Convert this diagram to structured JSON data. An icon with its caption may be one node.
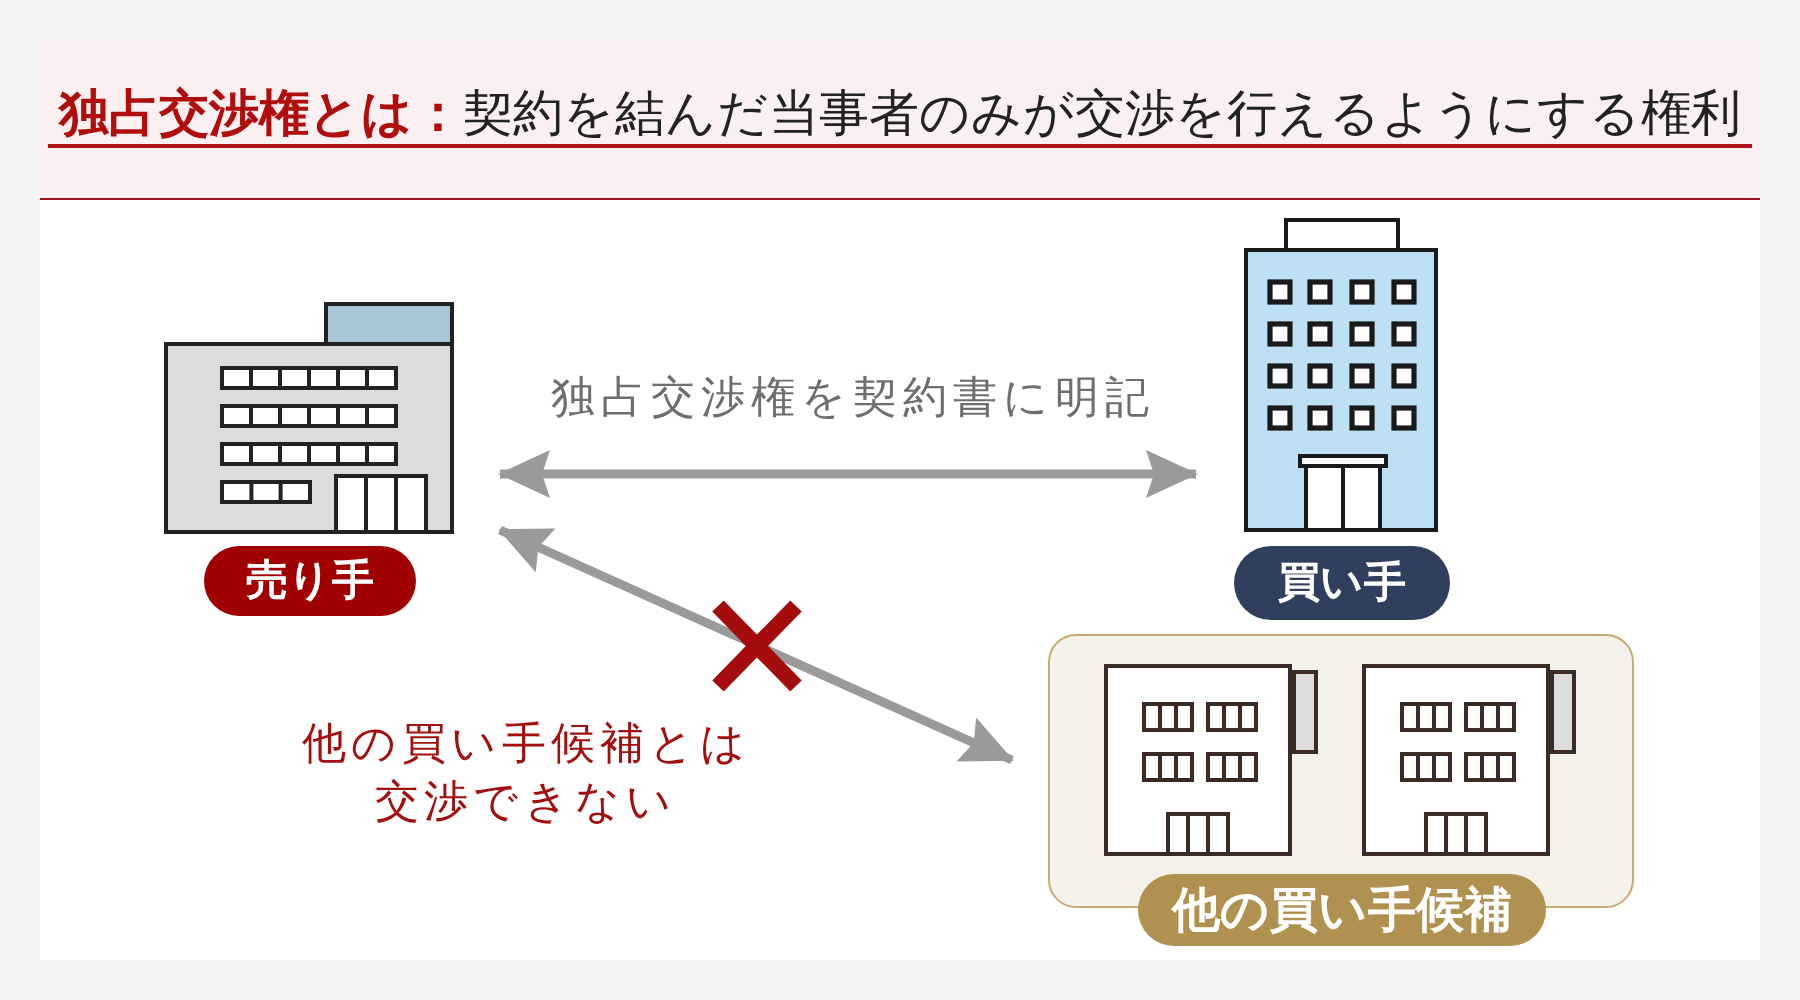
{
  "diagram": {
    "title": "**独占交渉権とは：**契約を結んだ当事者のみが交渉を行えるようにする権利",
    "nodes": [
      {
        "text": [
          "売り手"
        ]
      },
      {
        "text": [
          "買い手"
        ]
      },
      {
        "text": [
          "他の買い手候補"
        ]
      }
    ],
    "edges": [
      {
        "from": 0,
        "to": 1,
        "arrow": "both",
        "label": "独占交渉権を契約書に明記"
      },
      {
        "from": 0,
        "to": 2,
        "arrow": "both"
      }
    ],
    "labels": [
      "他の買い手候補とは交渉できない"
    ]
  }
}
